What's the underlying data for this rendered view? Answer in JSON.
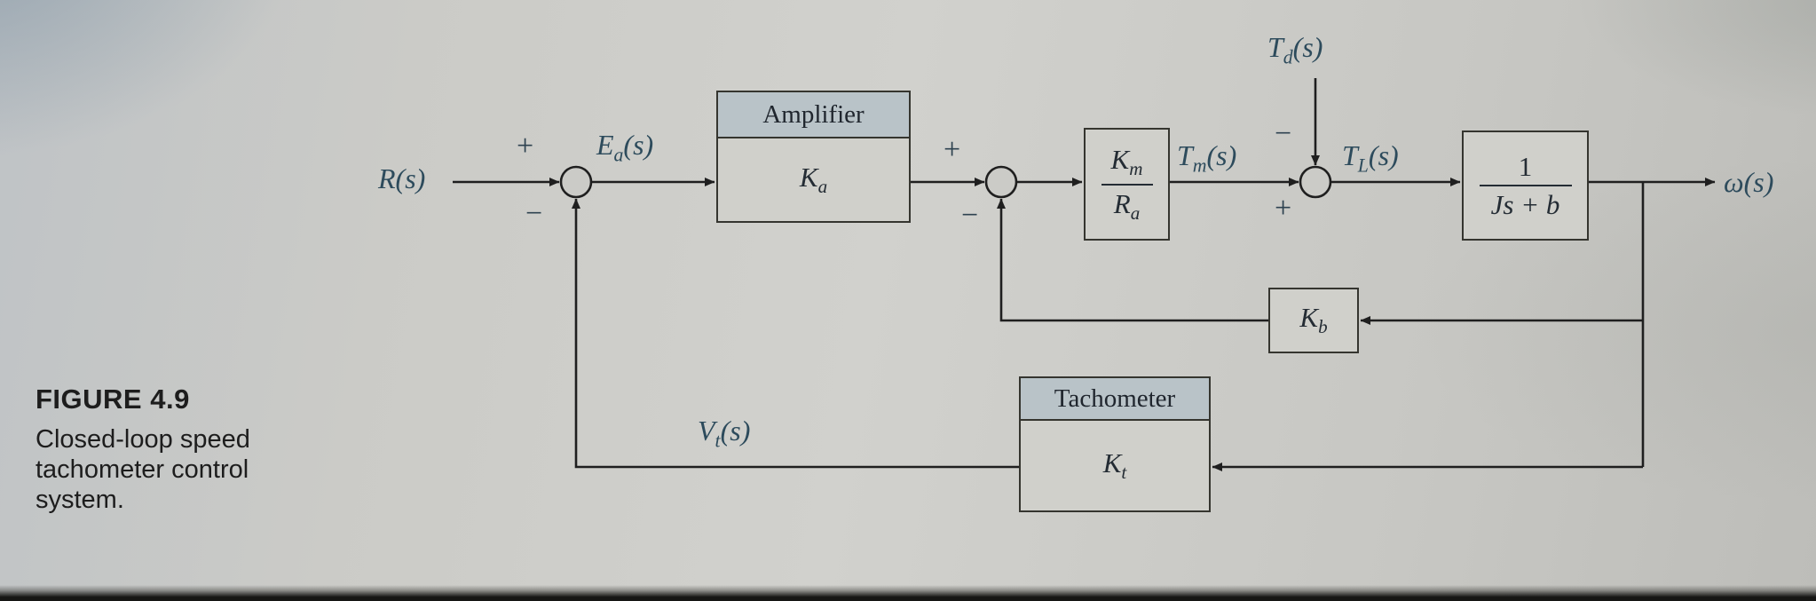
{
  "figure": {
    "caption_title": "FIGURE 4.9",
    "caption_lines": [
      "Closed-loop speed",
      "tachometer control",
      "system."
    ]
  },
  "labels": {
    "input": {
      "base": "R",
      "sub": "",
      "suffix": "(s)"
    },
    "error": {
      "base": "E",
      "sub": "a",
      "suffix": "(s)"
    },
    "disturbance": {
      "base": "T",
      "sub": "d",
      "suffix": "(s)"
    },
    "motor_torque": {
      "base": "T",
      "sub": "m",
      "suffix": "(s)"
    },
    "load_torque": {
      "base": "T",
      "sub": "L",
      "suffix": "(s)"
    },
    "output": {
      "base": "ω",
      "sub": "",
      "suffix": "(s)"
    },
    "tach_voltage": {
      "base": "V",
      "sub": "t",
      "suffix": "(s)"
    }
  },
  "signs": {
    "sum1_plus": "+",
    "sum1_minus": "−",
    "sum2_plus": "+",
    "sum2_minus": "−",
    "sum3_minus": "−",
    "sum3_plus": "+"
  },
  "blocks": {
    "amplifier": {
      "title": "Amplifier",
      "gain_base": "K",
      "gain_sub": "a"
    },
    "motor": {
      "num_base": "K",
      "num_sub": "m",
      "den_base": "R",
      "den_sub": "a"
    },
    "load": {
      "num": "1",
      "den": "Js + b"
    },
    "kb": {
      "gain_base": "K",
      "gain_sub": "b"
    },
    "tachometer": {
      "title": "Tachometer",
      "gain_base": "K",
      "gain_sub": "t"
    }
  },
  "colors": {
    "line": "#1f1f1f",
    "label": "#2d4b5c",
    "block_fill": "#d0d0cb",
    "title_fill": "#b9c3c8",
    "page": "#c9c9c5"
  }
}
